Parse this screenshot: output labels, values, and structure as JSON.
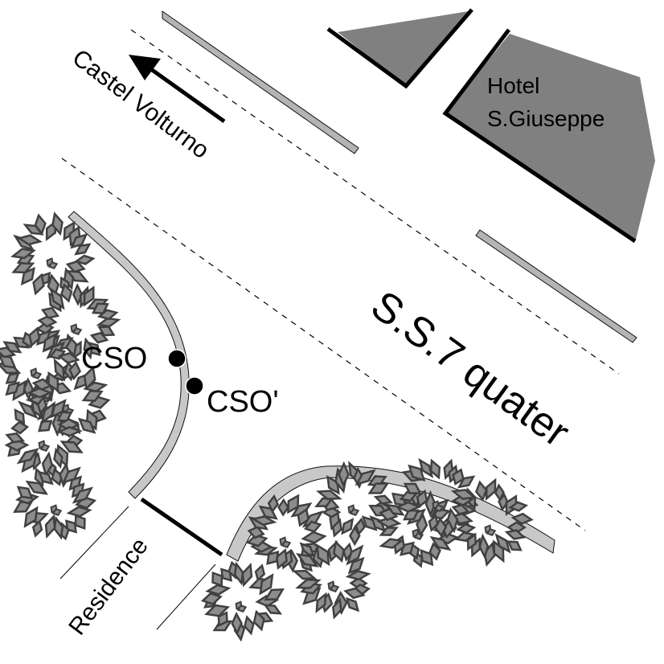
{
  "map": {
    "title": "Site map near S.S.7 quater",
    "colors": {
      "background": "#ffffff",
      "building_fill": "#808080",
      "wall_stroke": "#000000",
      "sidewalk_fill": "#c8c8c8",
      "sidewalk_stroke": "#111111",
      "tree_leaf_fill": "#8c8c8c",
      "tree_leaf_stroke": "#404040",
      "marker_fill": "#000000",
      "lane_dash": "#000000"
    },
    "labels": {
      "road": "S.S.7 quater",
      "direction": "Castel Volturno",
      "hotel_line1": "Hotel",
      "hotel_line2": "S.Giuseppe",
      "residence": "Residence",
      "cso": "CSO",
      "cso_prime": "CSO'"
    },
    "icons": {
      "direction_arrow": "arrow-up-left-icon",
      "tree": "tree-canopy-icon",
      "point_marker": "filled-circle-icon"
    },
    "points": [
      {
        "id": "cso",
        "label": "CSO"
      },
      {
        "id": "cso_prime",
        "label": "CSO'"
      }
    ]
  }
}
